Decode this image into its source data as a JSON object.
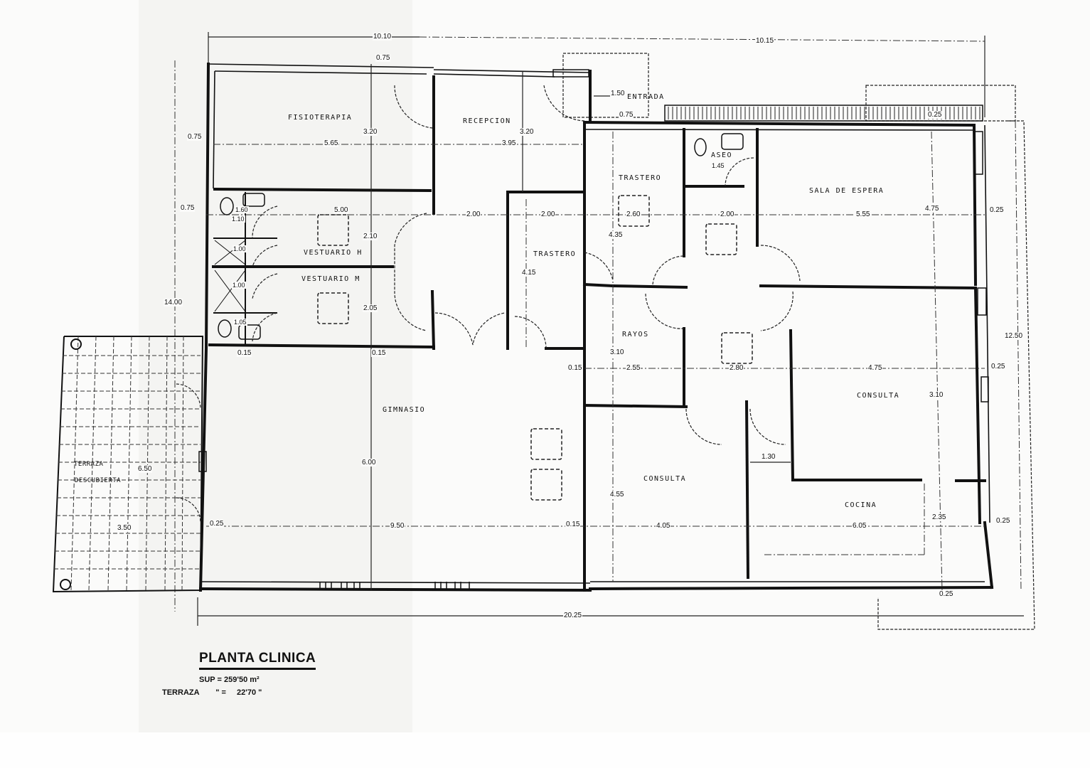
{
  "plan": {
    "title": "PLANTA CLINICA",
    "summary": [
      {
        "label": "SUP",
        "sep": "=",
        "value": "259'50 m²"
      },
      {
        "label": "TERRAZA",
        "sep": "\" =",
        "value": "22'70 \""
      }
    ]
  },
  "rooms": [
    {
      "id": "fisioterapia",
      "name": "FISIOTERAPIA"
    },
    {
      "id": "recepcion",
      "name": "RECEPCION"
    },
    {
      "id": "entrada",
      "name": "ENTRADA"
    },
    {
      "id": "trastero-1",
      "name": "TRASTERO"
    },
    {
      "id": "aseo",
      "name": "ASEO"
    },
    {
      "id": "sala-espera",
      "name": "SALA DE ESPERA"
    },
    {
      "id": "vestuario-h",
      "name": "VESTUARIO H"
    },
    {
      "id": "vestuario-m",
      "name": "VESTUARIO M"
    },
    {
      "id": "trastero-2",
      "name": "TRASTERO"
    },
    {
      "id": "rayos",
      "name": "RAYOS"
    },
    {
      "id": "consulta-1",
      "name": "CONSULTA"
    },
    {
      "id": "gimnasio",
      "name": "GIMNASIO"
    },
    {
      "id": "consulta-2",
      "name": "CONSULTA"
    },
    {
      "id": "cocina",
      "name": "COCINA"
    },
    {
      "id": "terraza",
      "name": "TERRAZA DESCUBIERTA",
      "line1": "TERRAZA",
      "line2": "DESCUBIERTA"
    }
  ],
  "dimensions": {
    "top_left_overall": "10.10",
    "top_right_overall": "10.15",
    "bottom_overall": "20.25",
    "left_overall": "14.00",
    "right_overall": "12.50",
    "fisioterapia_width": "5.65",
    "fisioterapia_depth": "3.20",
    "recepcion_width": "3.95",
    "recepcion_depth": "3.20",
    "top_wall_1": "0.75",
    "entrada_wall": "0.75",
    "entrada_step": "1.50",
    "sala_espera_top": "0.25",
    "left_wall_1": "0.75",
    "left_wall_2": "0.75",
    "vestuario_width": "5.00",
    "vestuario_h_depth": "2.10",
    "vestuario_m_depth": "2.05",
    "wc_h_a": "1.60",
    "wc_h_b": "1.10",
    "shower_h": "1.00",
    "shower_m": "1.00",
    "wc_m": "1.05",
    "corridor_1": "2.00",
    "corridor_2": "2.00",
    "trastero_1_width": "2.60",
    "trastero_1_depth": "4.35",
    "trastero_2_depth": "4.15",
    "hall_width": "2.00",
    "sala_espera_width": "5.55",
    "sala_espera_depth": "4.75",
    "right_wall_1": "0.25",
    "aseo_dim": "1.45",
    "vest_wall_a": "0.15",
    "vest_wall_b": "0.15",
    "rayos_left_wall": "0.15",
    "rayos_width": "2.55",
    "rayos_depth": "3.10",
    "hall_2_width": "2.80",
    "consulta_2_width": "4.75",
    "consulta_2_depth": "3.10",
    "right_wall_2": "0.25",
    "gimnasio_depth": "6.00",
    "gimnasio_width": "9.50",
    "gimnasio_left_wall": "0.25",
    "gimnasio_right_wall": "0.15",
    "consulta_1_width": "4.05",
    "consulta_1_depth": "4.55",
    "passage_width": "1.30",
    "cocina_width": "6.05",
    "cocina_depth": "2.35",
    "cocina_right_wall": "0.25",
    "bottom_right_wall": "0.25",
    "terraza_width": "6.50",
    "terraza_depth": "3.50"
  }
}
